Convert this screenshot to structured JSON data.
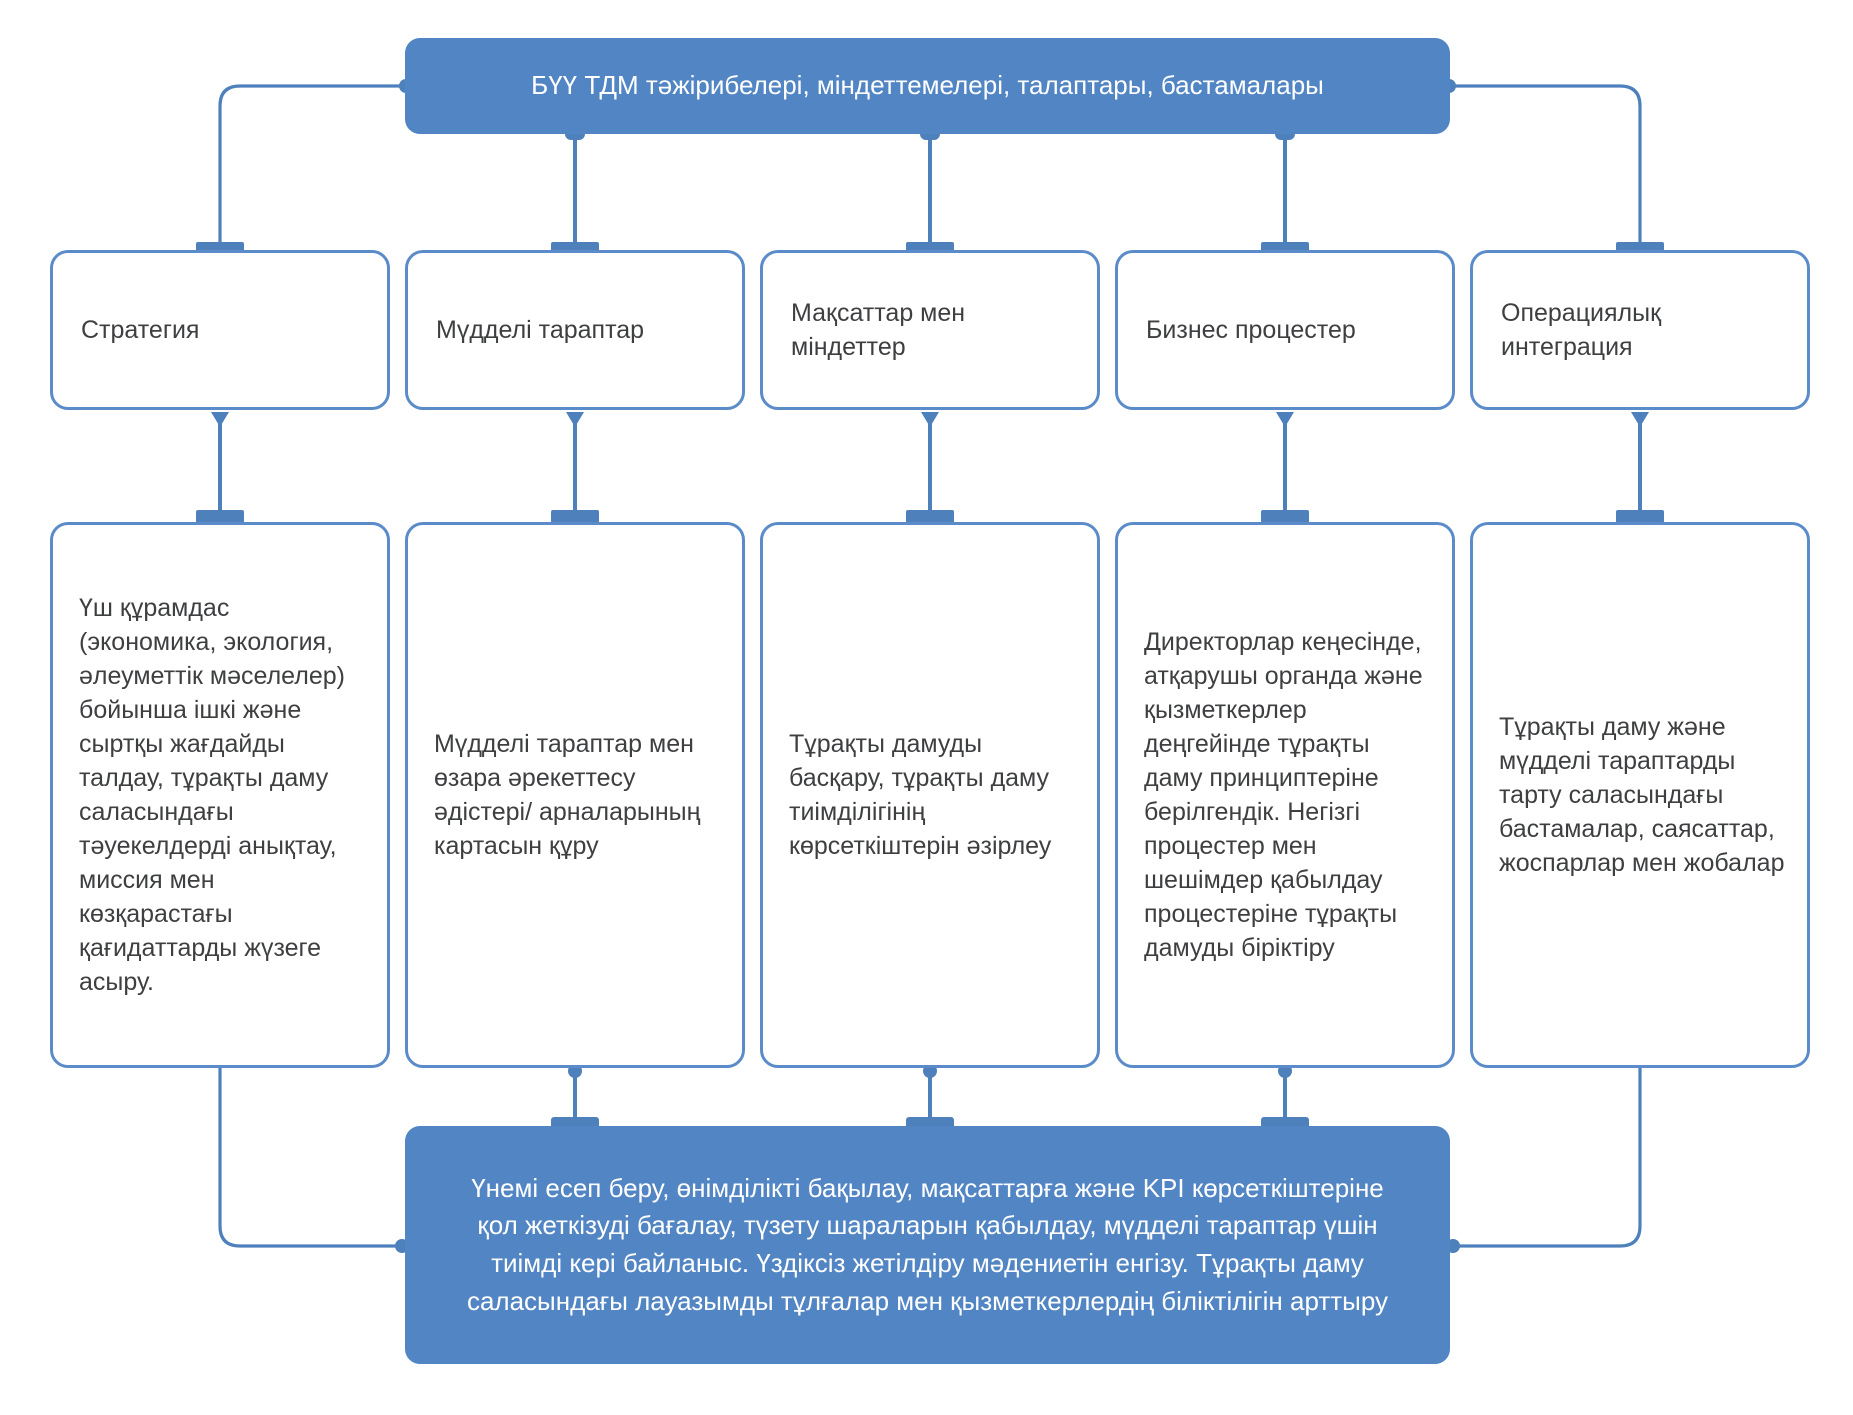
{
  "diagram": {
    "top_box": {
      "label": "БҮҮ ТДМ тәжірибелері, міндеттемелері, талаптары, бастамалары"
    },
    "columns": [
      {
        "header": "Стратегия",
        "detail": "Үш құрамдас (экономика, экология, әлеуметтік мәселелер) бойынша ішкі және сыртқы жағдайды талдау, тұрақты даму саласындағы тәуекелдерді анықтау, миссия мен көзқарастағы қағидаттарды жүзеге асыру."
      },
      {
        "header": "Мүдделі тараптар",
        "detail": "Мүдделі тараптар мен өзара әрекеттесу әдістері/ арналарының картасын құру"
      },
      {
        "header": "Мақсаттар мен міндеттер",
        "detail": "Тұрақты дамуды басқару, тұрақты даму тиімділігінің көрсеткіштерін әзірлеу"
      },
      {
        "header": "Бизнес процестер",
        "detail": "Директорлар кеңесінде, атқарушы органда және қызметкерлер деңгейінде тұрақты даму принциптеріне берілгендік. Негізгі процестер мен шешімдер қабылдау процестеріне тұрақты дамуды біріктіру"
      },
      {
        "header": "Операциялық интеграция",
        "detail": "Тұрақты даму және мүдделі тараптарды тарту саласындағы бастамалар, саясаттар, жоспарлар мен жобалар"
      }
    ],
    "bottom_box": {
      "label": "Үнемі есеп беру, өнімділікті бақылау, мақсаттарға және KPI көрсеткіштеріне қол жеткізуді бағалау, түзету шараларын қабылдау, мүдделі тараптар үшін тиімді кері байланыс. Үздіксіз жетілдіру мәдениетін енгізу. Тұрақты даму саласындағы лауазымды тұлғалар мен қызметкерлердің біліктілігін арттыру"
    },
    "colors": {
      "box_fill_blue": "#5285c4",
      "line_blue": "#4e81bc",
      "border_blue": "#5b8cc9",
      "text_dark": "#3e3f41",
      "text_white": "#ffffff"
    }
  }
}
